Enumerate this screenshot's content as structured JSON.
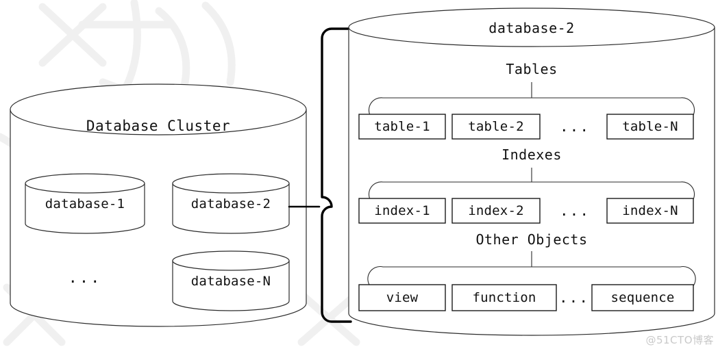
{
  "diagram": {
    "title_cluster": "Database Cluster",
    "cluster": {
      "label": "Database Cluster",
      "databases": [
        {
          "label": "database-1"
        },
        {
          "label": "database-2"
        },
        {
          "label": "database-N"
        }
      ],
      "ellipsis": "..."
    },
    "detail": {
      "label": "database-2",
      "groups": [
        {
          "name": "Tables",
          "items": [
            "table-1",
            "table-2",
            "table-N"
          ],
          "ellipsis": "..."
        },
        {
          "name": "Indexes",
          "items": [
            "index-1",
            "index-2",
            "index-N"
          ],
          "ellipsis": "..."
        },
        {
          "name": "Other Objects",
          "items": [
            "view",
            "function",
            "sequence"
          ],
          "ellipsis": "..."
        }
      ]
    },
    "watermark": "@51CTO博客",
    "colors": {
      "stroke": "#1a1a1a",
      "background": "#ffffff",
      "connector": "#000000",
      "watermark": "#c9c9c9"
    }
  }
}
